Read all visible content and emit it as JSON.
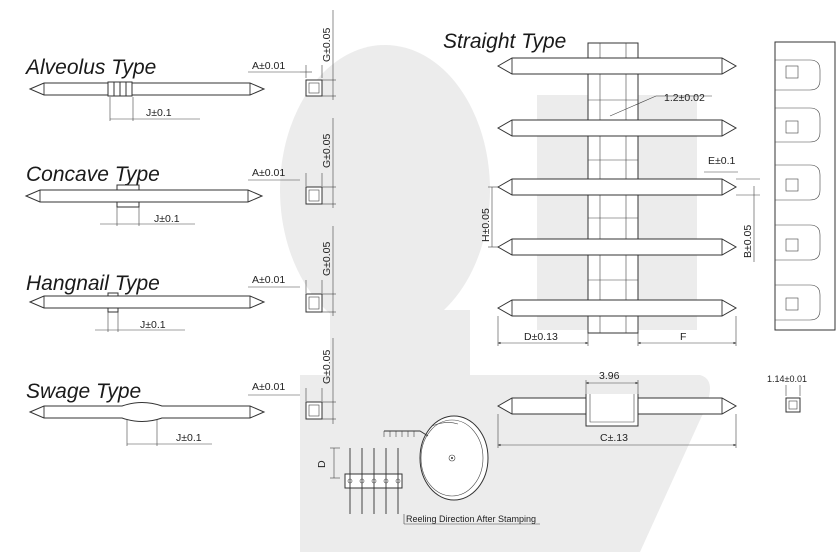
{
  "types": {
    "alveolus": "Alveolus Type",
    "concave": "Concave Type",
    "hangnail": "Hangnail Type",
    "swage": "Swage Type",
    "straight": "Straight Type"
  },
  "dims": {
    "a": "A±0.01",
    "g": "G±0.05",
    "j": "J±0.1",
    "pitch": "1.2±0.02",
    "e": "E±0.1",
    "h": "H±0.05",
    "b": "B±0.05",
    "d13": "D±0.13",
    "f": "F",
    "w396": "3.96",
    "c": "C±.13",
    "sq": "1.14±0.01",
    "d": "D",
    "reel": "Reeling Direction After Stamping"
  },
  "colors": {
    "line": "#333333",
    "watermark": "#ebebeb"
  }
}
